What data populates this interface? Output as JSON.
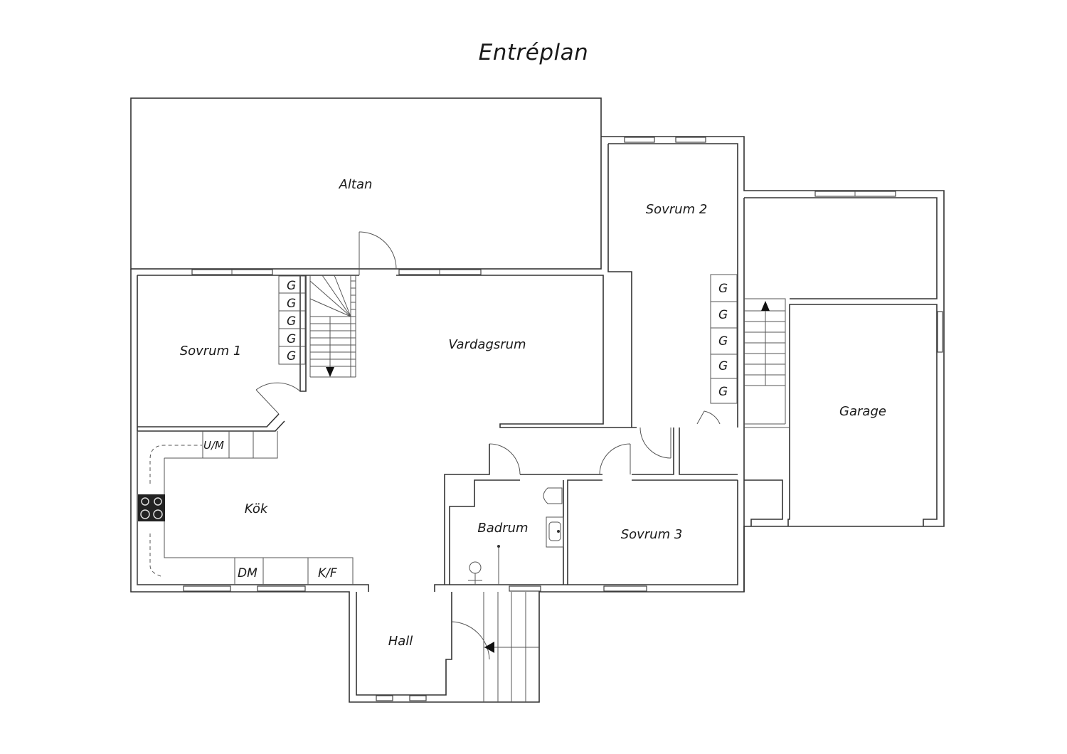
{
  "title": "Entréplan",
  "rooms": {
    "altan": "Altan",
    "sovrum1": "Sovrum 1",
    "vardagsrum": "Vardagsrum",
    "sovrum2": "Sovrum 2",
    "garage": "Garage",
    "kok": "Kök",
    "badrum": "Badrum",
    "sovrum3": "Sovrum 3",
    "hall": "Hall"
  },
  "fixtures": {
    "wardrobe": "G",
    "washer_dryer": "U/M",
    "dishwasher": "DM",
    "fridge_freezer": "K/F"
  }
}
